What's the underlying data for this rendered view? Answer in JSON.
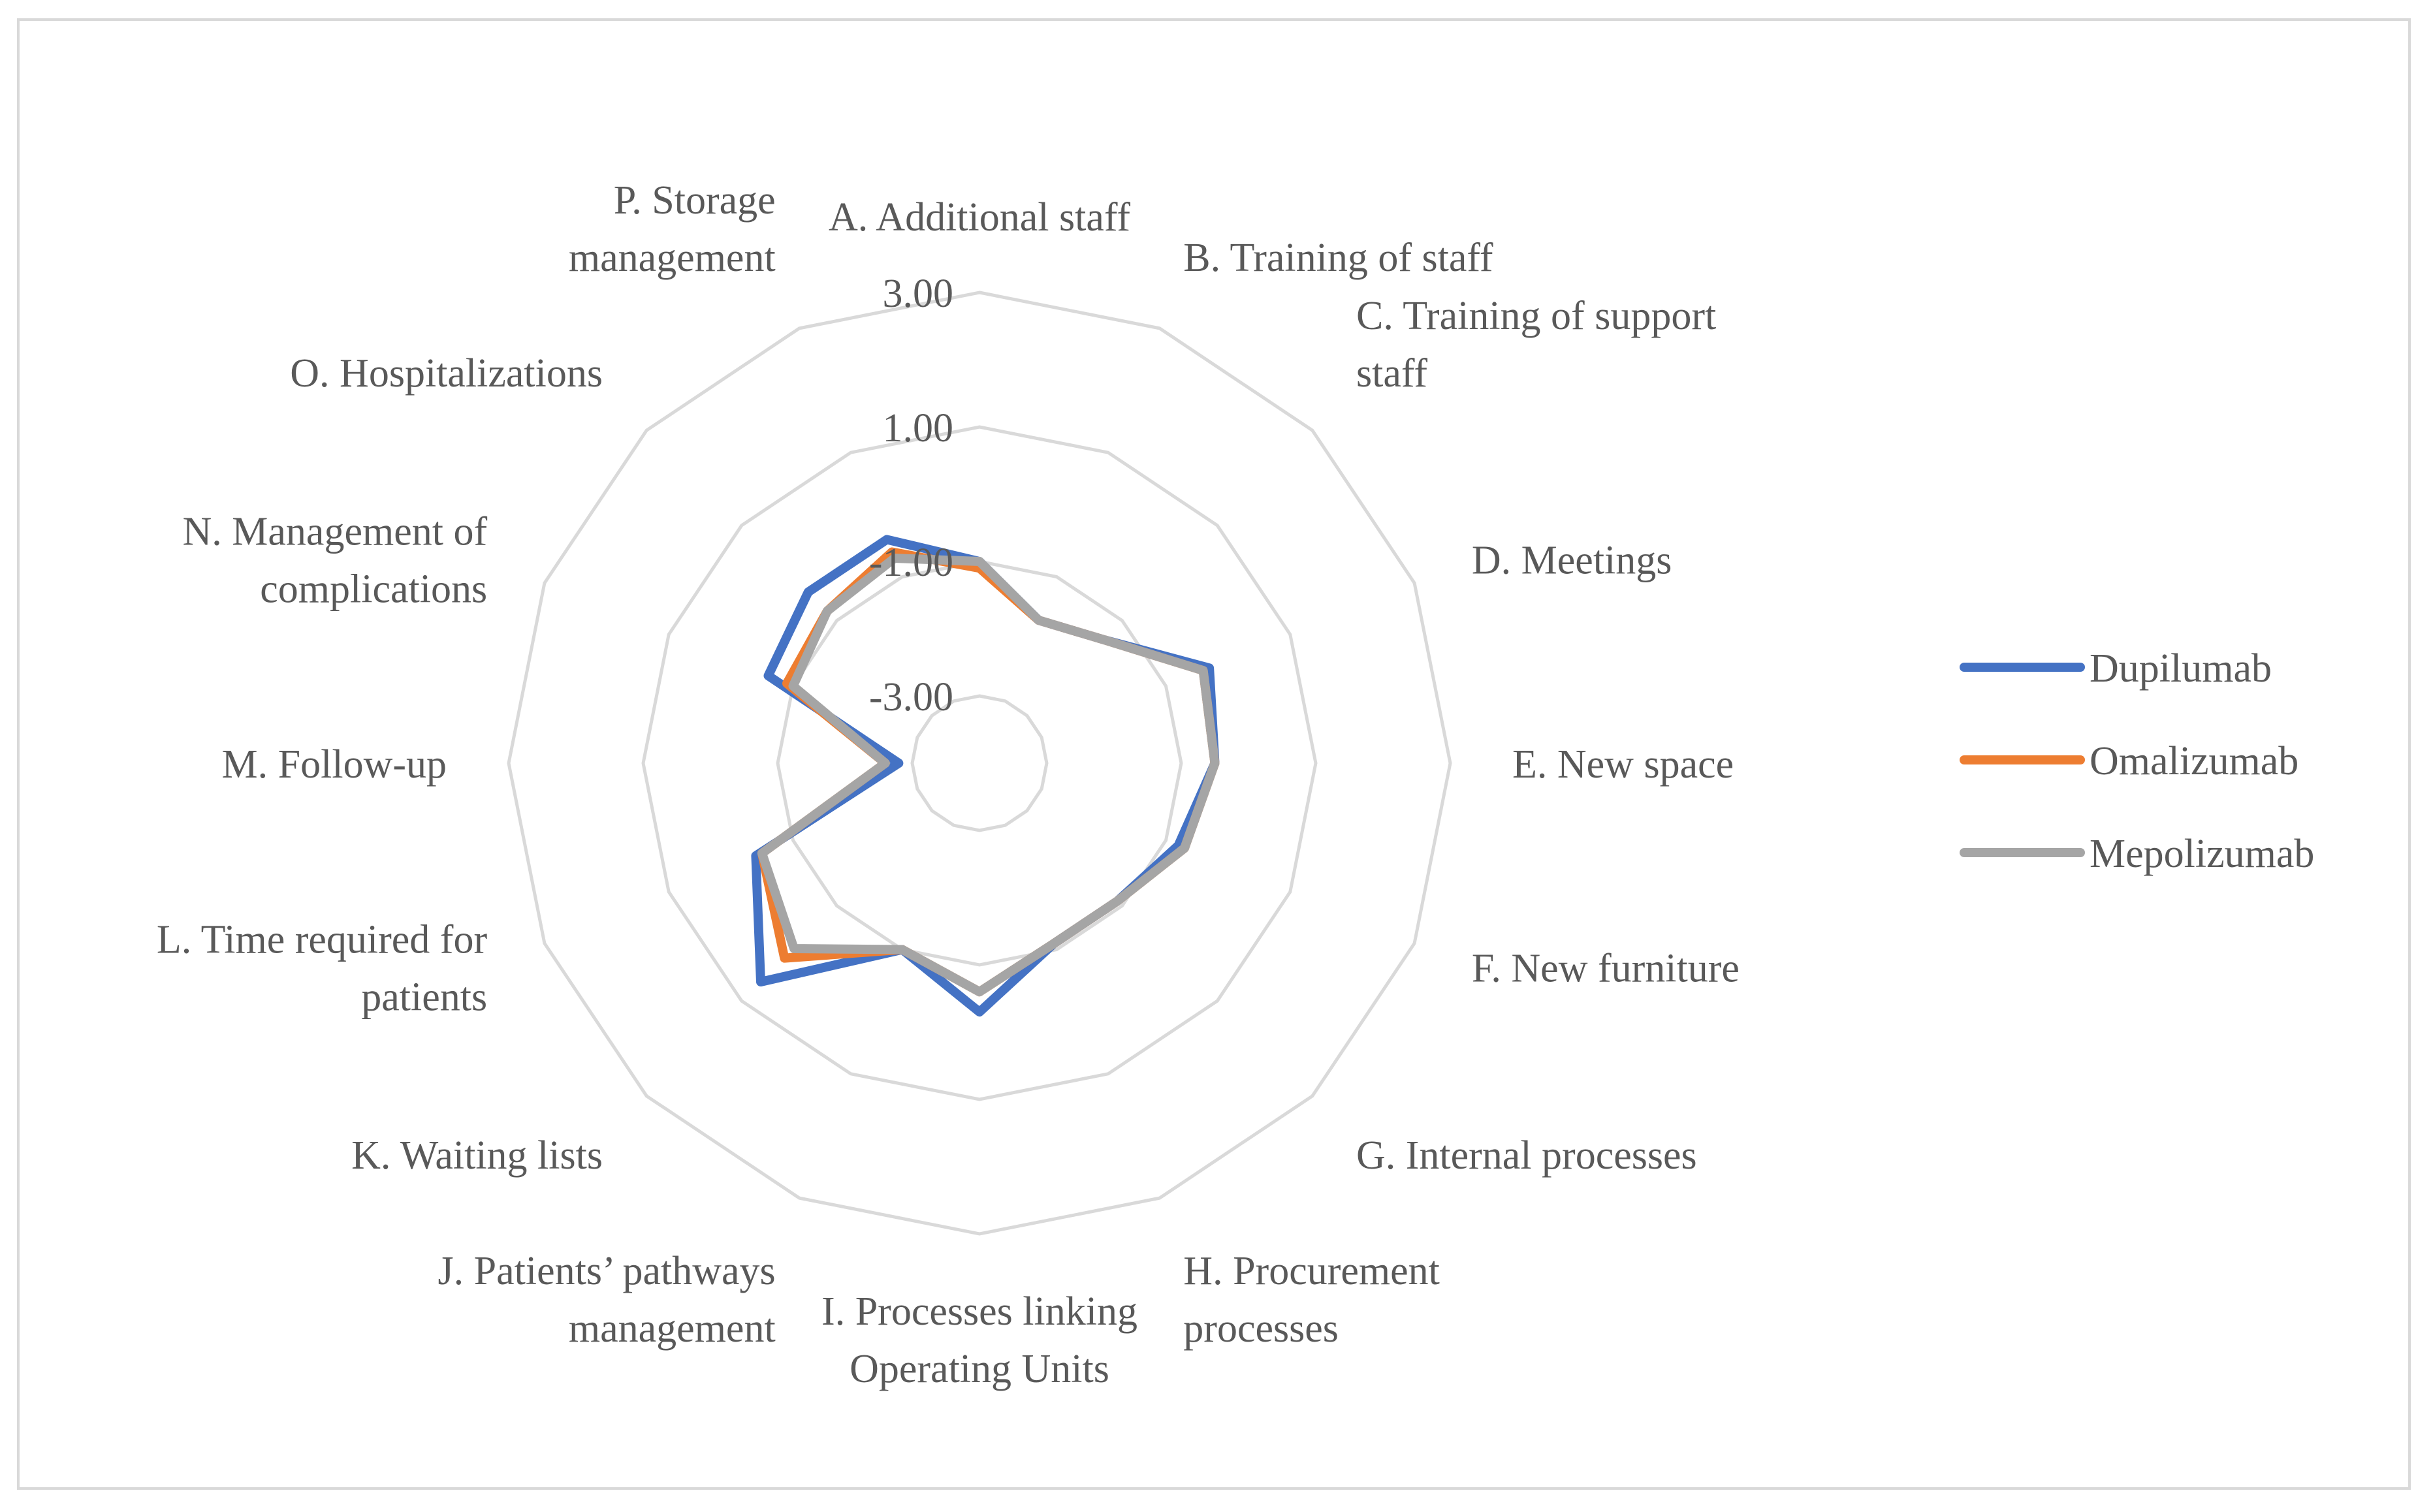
{
  "chart_data": {
    "type": "radar",
    "categories": [
      [
        "A. Additional staff"
      ],
      [
        "B. Training of staff"
      ],
      [
        "C. Training of support",
        "staff"
      ],
      [
        "D. Meetings"
      ],
      [
        "E. New space"
      ],
      [
        "F. New furniture"
      ],
      [
        "G. Internal processes"
      ],
      [
        "H. Procurement",
        "processes"
      ],
      [
        "I. Processes linking",
        "Operating Units"
      ],
      [
        "J. Patients’ pathways",
        "management"
      ],
      [
        "K. Waiting lists"
      ],
      [
        "L. Time required for",
        "patients"
      ],
      [
        "M. Follow-up"
      ],
      [
        "N. Management of",
        "complications"
      ],
      [
        "O. Hospitalizations"
      ],
      [
        "P. Storage",
        "management"
      ]
    ],
    "rlim": [
      -4.0,
      3.0
    ],
    "ticks": [
      3.0,
      1.0,
      -1.0,
      -3.0
    ],
    "tick_labels": [
      "3.00",
      "1.00",
      "-1.00",
      "-3.00"
    ],
    "grid": true,
    "legend_position": "right",
    "series": [
      {
        "name": "Dupilumab",
        "color": "#4472c4",
        "values": [
          -1.0,
          -1.7,
          -1.4,
          -0.3,
          -0.5,
          -0.8,
          -1.1,
          -1.1,
          -0.3,
          -1.0,
          0.6,
          -0.4,
          -2.8,
          -0.6,
          -0.4,
          -0.4
        ]
      },
      {
        "name": "Omalizumab",
        "color": "#ed7d31",
        "values": [
          -1.1,
          -1.7,
          -1.4,
          -0.4,
          -0.5,
          -0.7,
          -1.1,
          -1.1,
          -0.6,
          -1.0,
          0.1,
          -0.5,
          -2.6,
          -0.9,
          -0.8,
          -0.6
        ]
      },
      {
        "name": "Mepolizumab",
        "color": "#a5a5a5",
        "values": [
          -1.0,
          -1.7,
          -1.4,
          -0.4,
          -0.5,
          -0.7,
          -1.1,
          -1.1,
          -0.6,
          -1.0,
          -0.1,
          -0.5,
          -2.6,
          -1.0,
          -0.8,
          -0.7
        ]
      }
    ]
  }
}
